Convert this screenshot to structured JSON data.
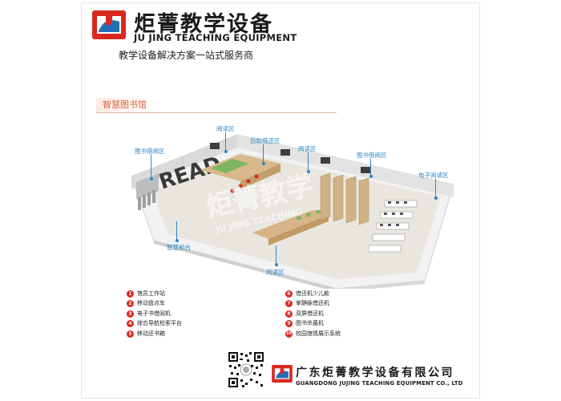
{
  "header": {
    "brand_cn": "炬菁教学设备",
    "brand_en": "JU JING TEACHING EQUIPMENT",
    "slogan": "教学设备解决方案一站式服务商"
  },
  "section": {
    "title": "智慧图书馆"
  },
  "plan": {
    "sign_text": "READ",
    "watermark_cn": "炬菁教学",
    "watermark_en": "JU JING TEACHING",
    "zones": [
      {
        "label": "图书借阅区"
      },
      {
        "label": "阅读区"
      },
      {
        "label": "自助借还区"
      },
      {
        "label": "阅读区"
      },
      {
        "label": "图书借阅区"
      },
      {
        "label": "电子阅读区"
      },
      {
        "label": "智慧前台"
      },
      {
        "label": "阅读区"
      }
    ]
  },
  "legend_left": [
    {
      "num": "1",
      "label": "馆员工作站"
    },
    {
      "num": "2",
      "label": "移动盘点车"
    },
    {
      "num": "3",
      "label": "电子书借阅机"
    },
    {
      "num": "4",
      "label": "综合导航检索平台"
    },
    {
      "num": "5",
      "label": "移动还书箱"
    }
  ],
  "legend_right": [
    {
      "num": "6",
      "label": "借还机少儿款"
    },
    {
      "num": "7",
      "label": "掌静脉借还机"
    },
    {
      "num": "8",
      "label": "双屏借还机"
    },
    {
      "num": "9",
      "label": "图书杀菌机"
    },
    {
      "num": "10",
      "label": "校园馆情展示系统"
    }
  ],
  "footer": {
    "company_cn": "广东炬菁教学设备有限公司",
    "company_en": "GUANGDONG JUJING TEACHING EQUIPMENT CO., LTD"
  },
  "colors": {
    "brand_red": "#d9281e",
    "brand_blue": "#1f6fb8",
    "zone_label": "#2a89c9",
    "section_title": "#d9623b"
  }
}
